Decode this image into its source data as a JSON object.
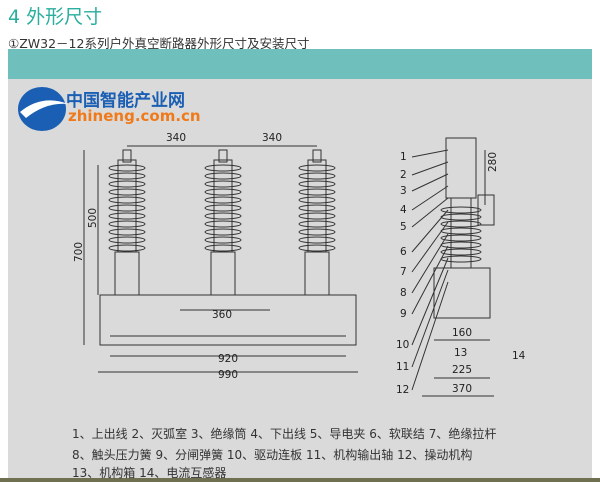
{
  "title": "4 外形尺寸",
  "subtitle": "①ZW32－12系列户外真空断路器外形尺寸及安装尺寸",
  "front_view": {
    "dims": [
      "340",
      "340",
      "500",
      "700",
      "360",
      "920",
      "990"
    ]
  },
  "side_view": {
    "callouts": [
      "1",
      "2",
      "3",
      "4",
      "5",
      "6",
      "7",
      "8",
      "9",
      "10",
      "11",
      "12",
      "14"
    ],
    "dims": [
      "280",
      "160",
      "13",
      "225",
      "370"
    ]
  },
  "legend": [
    "1、上出线 2、灭弧室 3、绝缘筒 4、下出线 5、导电夹 6、软联结 7、绝缘拉杆",
    "8、触头压力簧 9、分闸弹簧 10、驱动连板 11、机构输出轴 12、操动机构",
    "13、机构箱 14、电流互感器"
  ],
  "watermark": {
    "name": "中国智能产业网",
    "url": "zhineng.com.cn"
  },
  "colors": {
    "accent": "#2aae9e",
    "band": "#6fbfbc",
    "panel": "#dadada"
  }
}
